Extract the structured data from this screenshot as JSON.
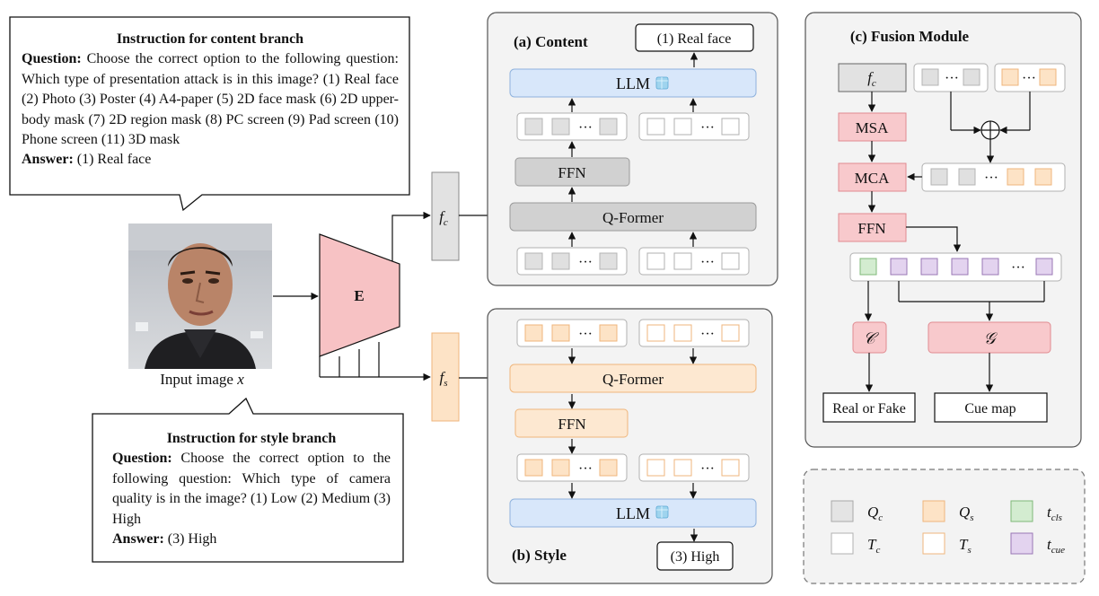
{
  "content_instruction": {
    "title": "Instruction for content branch",
    "question_label": "Question:",
    "question_text": "Choose the correct option to the following question: Which type of presentation attack is in this image? (1) Real face (2) Photo (3) Poster (4) A4-paper (5) 2D face mask (6) 2D upper-body mask (7) 2D region mask (8) PC screen (9) Pad screen (10) Phone screen (11) 3D mask",
    "answer_label": "Answer:",
    "answer_text": "(1) Real face"
  },
  "style_instruction": {
    "title": "Instruction for style branch",
    "question_label": "Question:",
    "question_text": "Choose the correct option to the following question: Which type of camera quality is in the image? (1) Low (2) Medium (3) High",
    "answer_label": "Answer:",
    "answer_text": "(3) High"
  },
  "input": {
    "label": "Input image",
    "symbol": "x"
  },
  "encoder": {
    "label": "E"
  },
  "features": {
    "content": {
      "base": "f",
      "sub": "c"
    },
    "style": {
      "base": "f",
      "sub": "s"
    }
  },
  "content_branch": {
    "title": "(a) Content",
    "output": "(1) Real face",
    "llm": "LLM",
    "ffn": "FFN",
    "qformer": "Q-Former",
    "ellipsis": "···"
  },
  "style_branch": {
    "title": "(b) Style",
    "output": "(3) High",
    "llm": "LLM",
    "ffn": "FFN",
    "qformer": "Q-Former",
    "ellipsis": "···"
  },
  "fusion": {
    "title": "(c) Fusion Module",
    "input_base": "f",
    "input_sub": "c",
    "msa": "MSA",
    "mca": "MCA",
    "ffn": "FFN",
    "classifier": "𝒞",
    "generator": "𝒢",
    "out_classifier": "Real or Fake",
    "out_generator": "Cue map",
    "ellipsis": "···"
  },
  "legend": [
    {
      "base": "Q",
      "sub": "c",
      "fill": "#e4e4e4",
      "stroke": "#a8a8a8"
    },
    {
      "base": "Q",
      "sub": "s",
      "fill": "#fde3c6",
      "stroke": "#efb67c"
    },
    {
      "base": "t",
      "sub": "cls",
      "fill": "#d3ecd0",
      "stroke": "#7fb878"
    },
    {
      "base": "T",
      "sub": "c",
      "fill": "#ffffff",
      "stroke": "#b0b0b0"
    },
    {
      "base": "T",
      "sub": "s",
      "fill": "#ffffff",
      "stroke": "#efb67c"
    },
    {
      "base": "t",
      "sub": "cue",
      "fill": "#e3d3ef",
      "stroke": "#9a77b5"
    }
  ],
  "colors": {
    "panel_fill": "#f3f3f3",
    "llm_fill": "#d8e7fa",
    "gray_block": "#d1d1d1",
    "orange_block": "#fde8d1",
    "pink_block": "#f8c9cc",
    "encoder_fill": "#f7c2c4"
  }
}
